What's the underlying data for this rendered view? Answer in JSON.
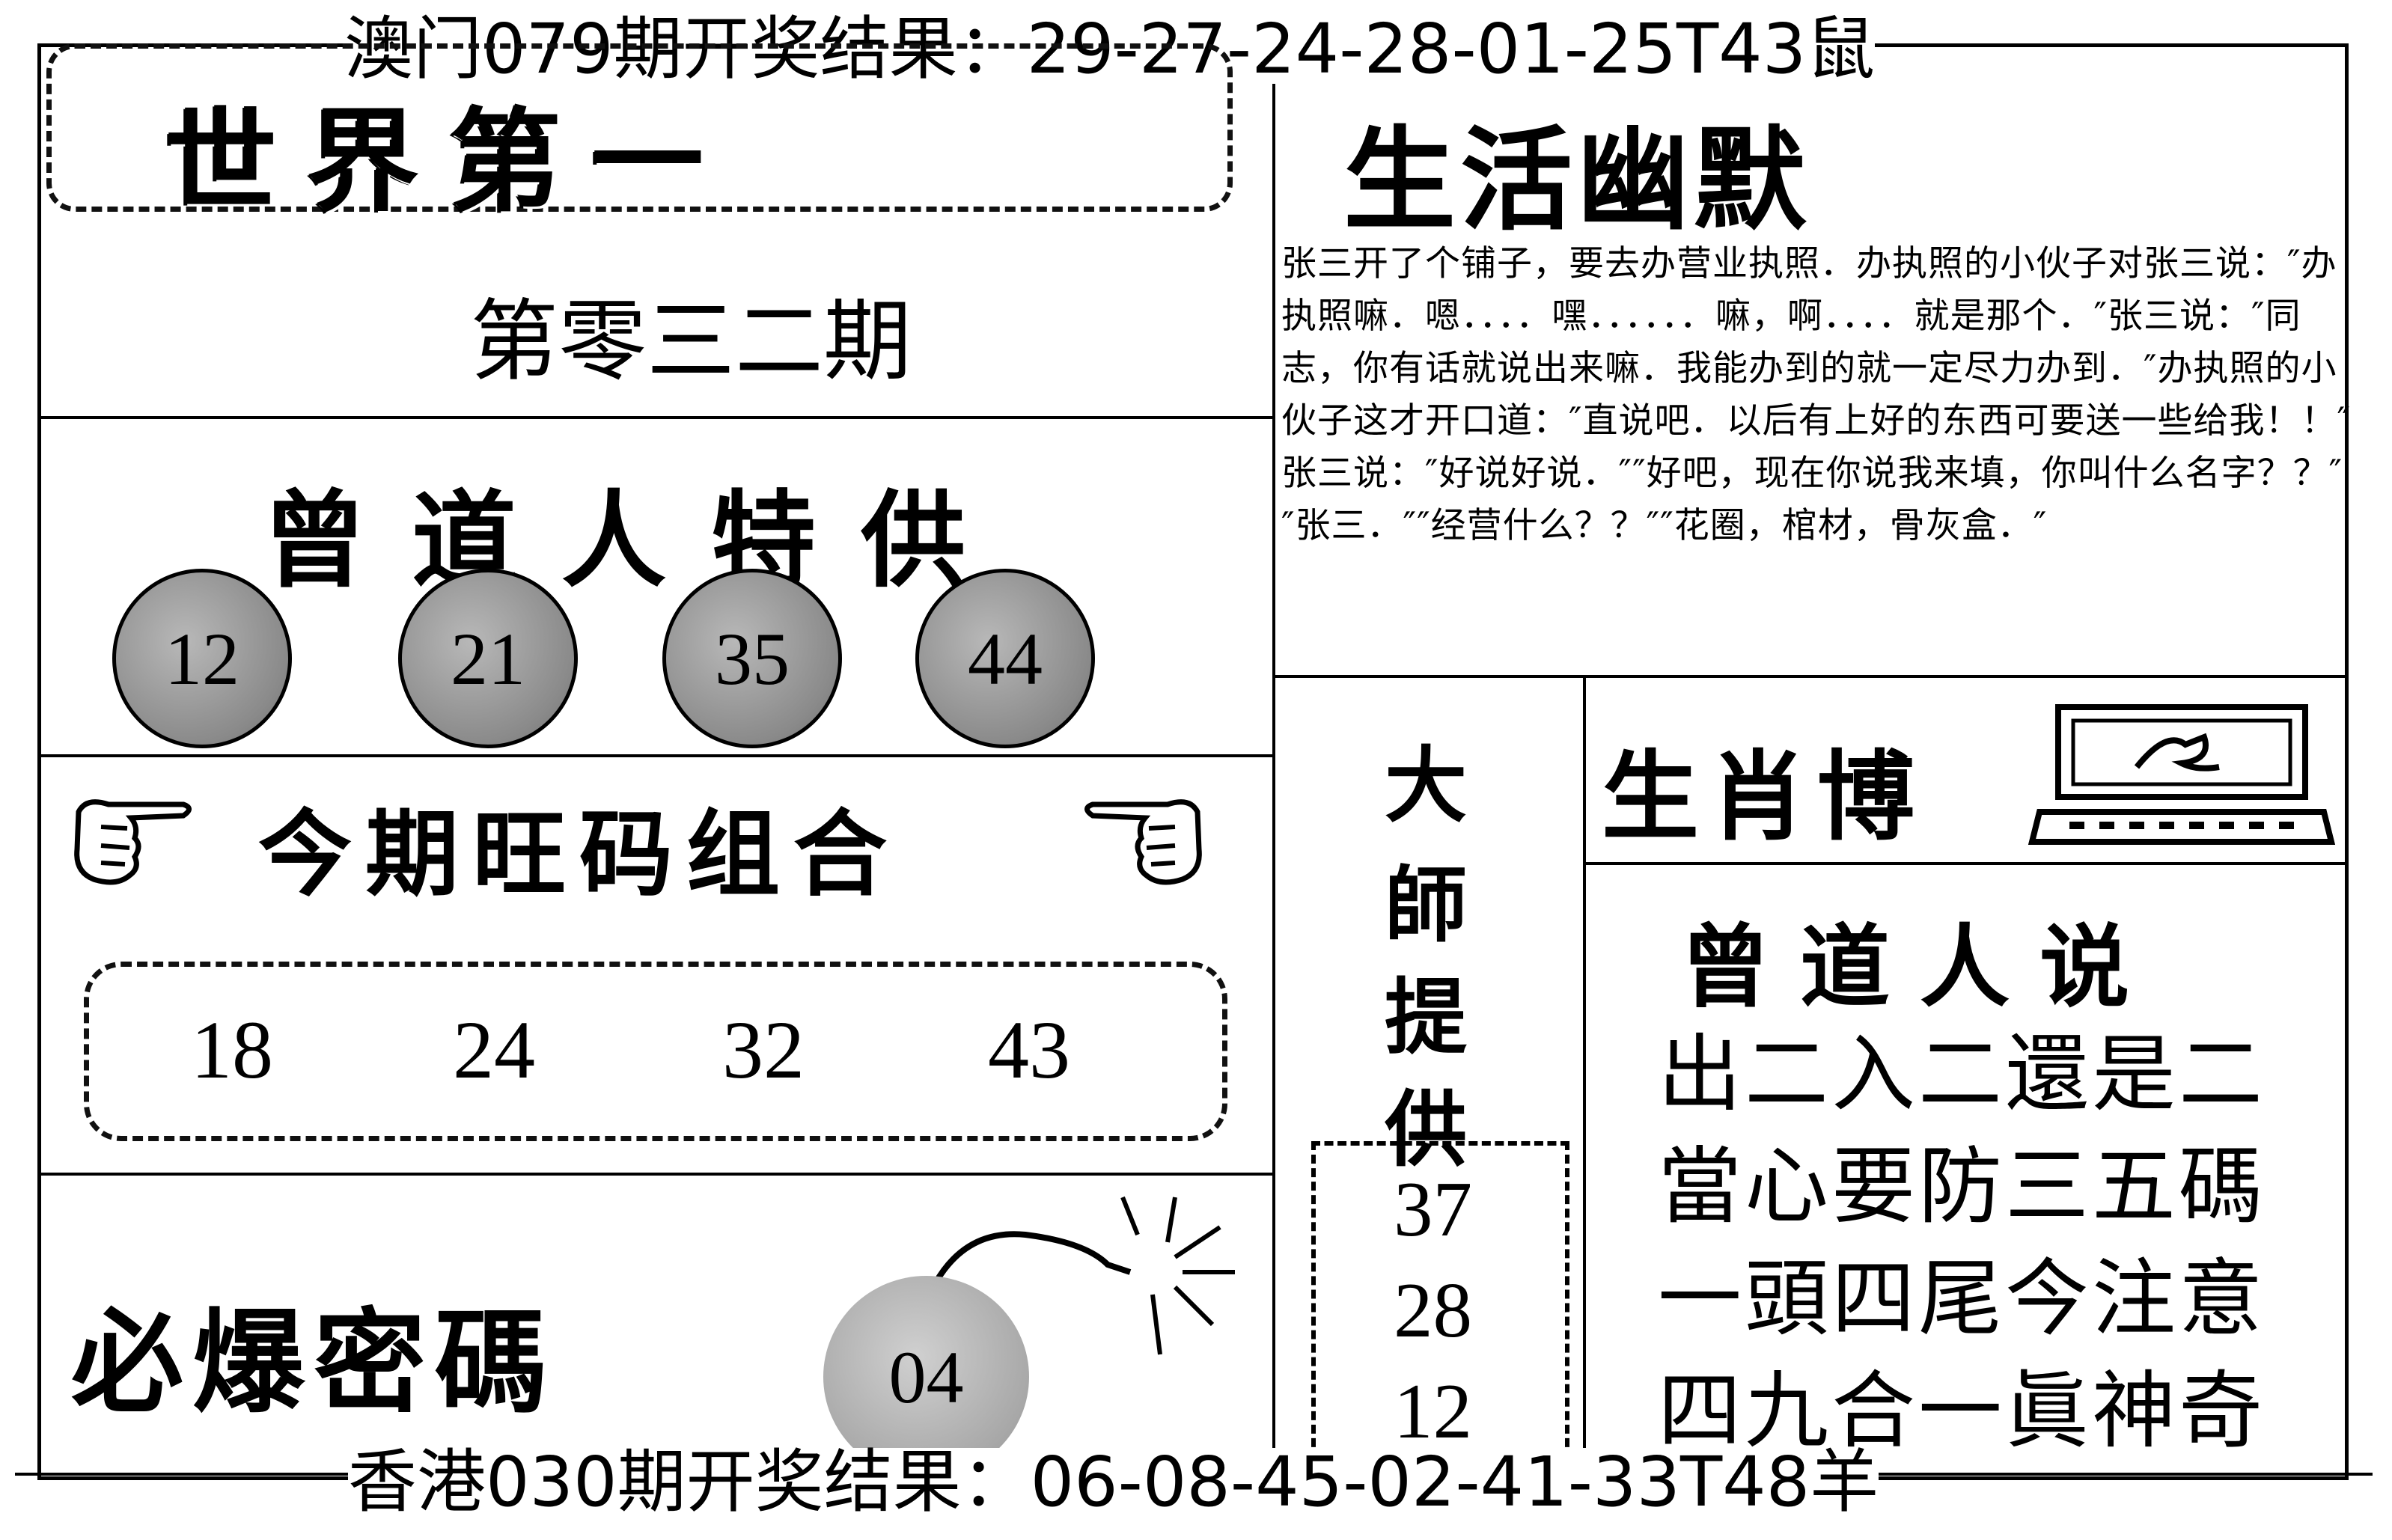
{
  "header_top": "澳门079期开奖结果：29-27-24-28-01-25T43鼠",
  "footer_bottom": "香港030期开奖结果：06-08-45-02-41-33T48羊",
  "banner_title": "世界第一",
  "issue": "第零三二期",
  "zeng_special": {
    "title": "曾道人特供",
    "balls": [
      "12",
      "21",
      "35",
      "44"
    ]
  },
  "lucky_combo": {
    "title": "今期旺码组合",
    "numbers": [
      "18",
      "24",
      "32",
      "43"
    ]
  },
  "must_burst": {
    "title": "必爆密碼",
    "number": "04"
  },
  "humor": {
    "title": "生活幽默",
    "text": "张三开了个铺子，要去办营业执照．办执照的小伙子对张三说：″办执照嘛．嗯．．．．嘿．．．．．．嘛，啊．．．．就是那个．″张三说：″同志，你有话就说出来嘛．我能办到的就一定尽力办到．″办执照的小伙子这才开口道：″直说吧．以后有上好的东西可要送一些给我！！″张三说：″好说好说．″″好吧，现在你说我来填，你叫什么名字？？″″张三．″″经营什么？？″″花圈，棺材，骨灰盒．″"
  },
  "dashi": {
    "chars": [
      "大",
      "師",
      "提",
      "供"
    ],
    "numbers": [
      "37",
      "28",
      "12"
    ]
  },
  "zodiac_blog": {
    "title": "生肖博"
  },
  "zeng_says": {
    "title": "曾道人说",
    "lines": [
      "出二入二還是二",
      "當心要防三五碼",
      "一頭四尾今注意",
      "四九合一眞神奇"
    ]
  }
}
